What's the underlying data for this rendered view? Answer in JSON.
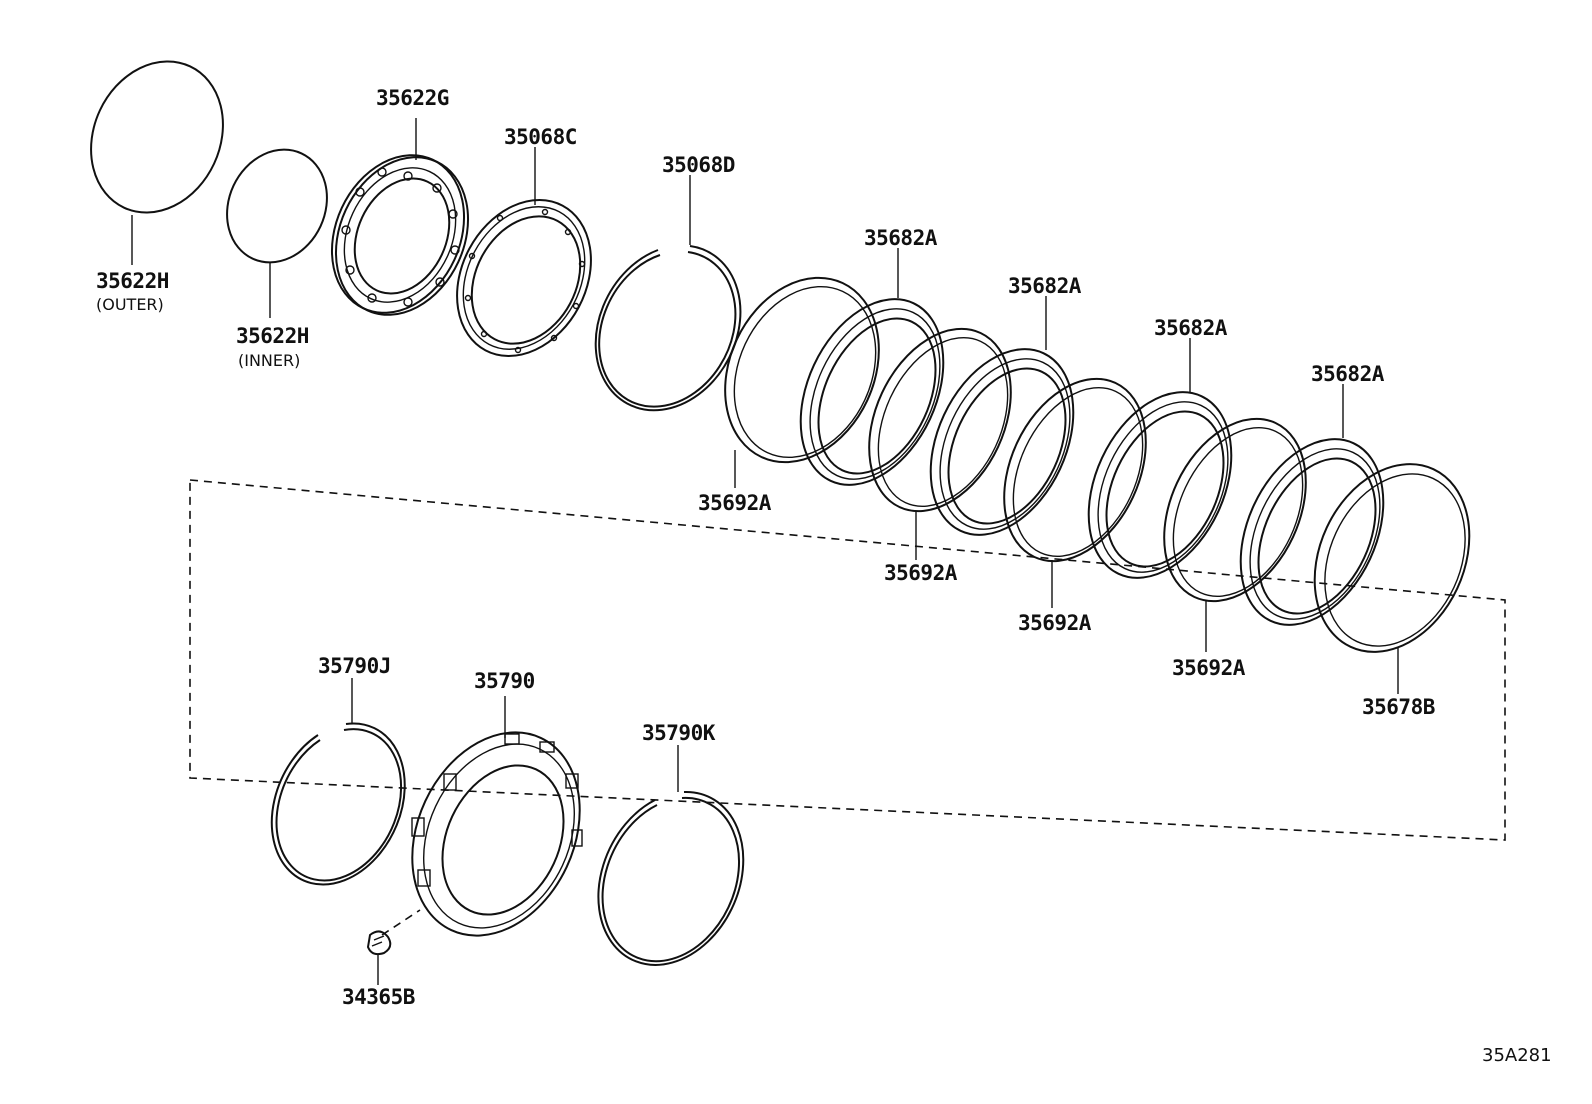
{
  "diagram": {
    "parts": {
      "p35622h_outer": {
        "code": "35622H",
        "note": "(OUTER)"
      },
      "p35622h_inner": {
        "code": "35622H",
        "note": "(INNER)"
      },
      "p35622g": {
        "code": "35622G"
      },
      "p35068c": {
        "code": "35068C"
      },
      "p35068d": {
        "code": "35068D"
      },
      "p35682a": {
        "code": "35682A"
      },
      "p35692a": {
        "code": "35692A"
      },
      "p35678b": {
        "code": "35678B"
      },
      "p35790j": {
        "code": "35790J"
      },
      "p35790": {
        "code": "35790"
      },
      "p35790k": {
        "code": "35790K"
      },
      "p34365b": {
        "code": "34365B"
      }
    },
    "reference_code": "35A281"
  }
}
